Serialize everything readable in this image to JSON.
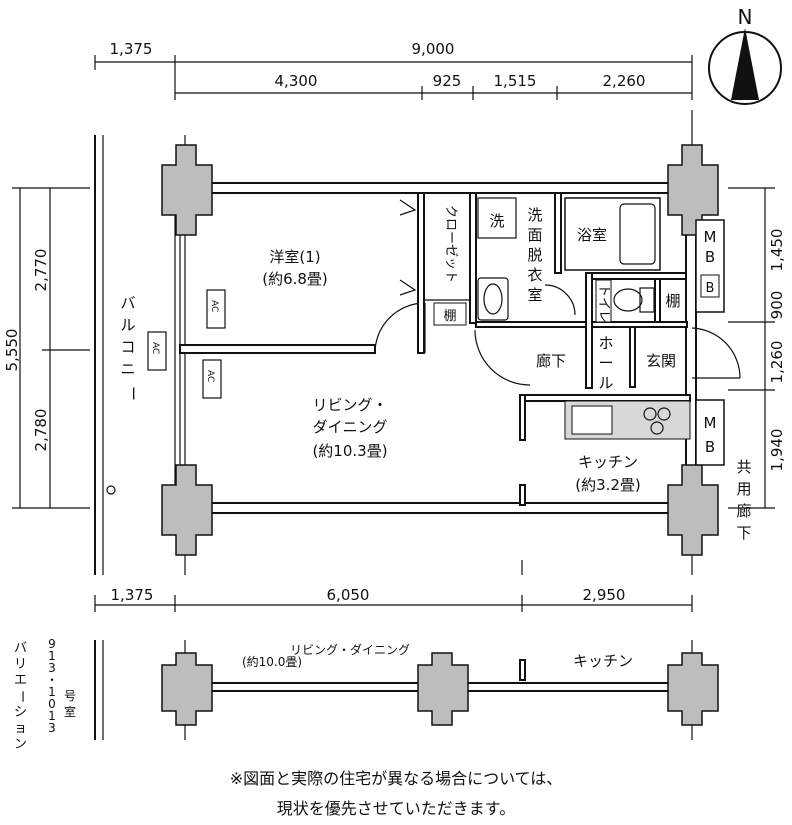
{
  "compass": {
    "north_label": "N"
  },
  "dimensions": {
    "top_total_left": "1,375",
    "top_total_right": "9,000",
    "top_segments": [
      "4,300",
      "925",
      "1,515",
      "2,260"
    ],
    "left_total": "5,550",
    "left_segments": [
      "2,770",
      "2,780"
    ],
    "right_segments": [
      "1,450",
      "900",
      "1,260",
      "1,940"
    ],
    "bottom_segments": [
      "1,375",
      "6,050",
      "2,950"
    ]
  },
  "rooms": {
    "western_room": [
      "洋室(1)",
      "(約6.8畳)"
    ],
    "closet": "クローゼット",
    "shelf_small": "棚",
    "washer": "洗",
    "washroom": [
      "洗",
      "面",
      "脱",
      "衣",
      "室"
    ],
    "bathroom": "浴室",
    "toilet": "トイレ",
    "shelf_right": "棚",
    "mb_top": [
      "M",
      "B",
      "B"
    ],
    "corridor": "廊下",
    "hall": [
      "ホ",
      "ー",
      "ル"
    ],
    "entrance": "玄関",
    "living": [
      "リビング・",
      "ダイニング",
      "(約10.3畳)"
    ],
    "kitchen": [
      "キッチン",
      "(約3.2畳)"
    ],
    "mb_bottom": [
      "M",
      "B"
    ],
    "balcony": [
      "バ",
      "ル",
      "コ",
      "ニ",
      "ー"
    ],
    "ac_label": "AC",
    "shared_corridor": [
      "共",
      "用",
      "廊",
      "下"
    ]
  },
  "variation": {
    "label_col1": [
      "バ",
      "リ",
      "エ",
      "ー",
      "シ",
      "ョ",
      "ン"
    ],
    "label_col2": [
      "9",
      "1",
      "3",
      "・",
      "1",
      "0",
      "1",
      "3",
      "号",
      "室"
    ],
    "living_size": "(約10.0畳)",
    "living_name": "リビング・ダイニング",
    "kitchen": "キッチン"
  },
  "notes": [
    "※図面と実際の住宅が異なる場合については、",
    "現状を優先させていただきます。"
  ]
}
